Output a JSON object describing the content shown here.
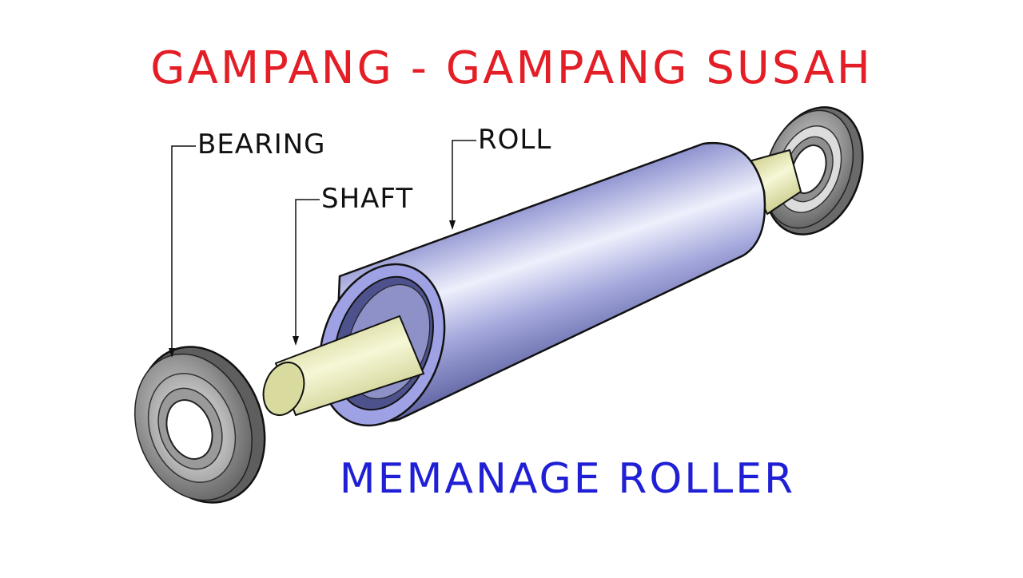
{
  "title": {
    "text": "GAMPANG - GAMPANG SUSAH",
    "color": "#e41e26"
  },
  "subtitle": {
    "text": "MEMANAGE ROLLER",
    "color": "#1f1fd6"
  },
  "callouts": {
    "bearing": "BEARING",
    "shaft": "SHAFT",
    "roll": "ROLL"
  },
  "colors": {
    "roll_body": "#7b7fbf",
    "roll_highlight": "#e6e8fa",
    "roll_shadow": "#3a3d70",
    "shaft": "#e9eab6",
    "bearing": "#8a8a8a",
    "outline": "#111111"
  }
}
